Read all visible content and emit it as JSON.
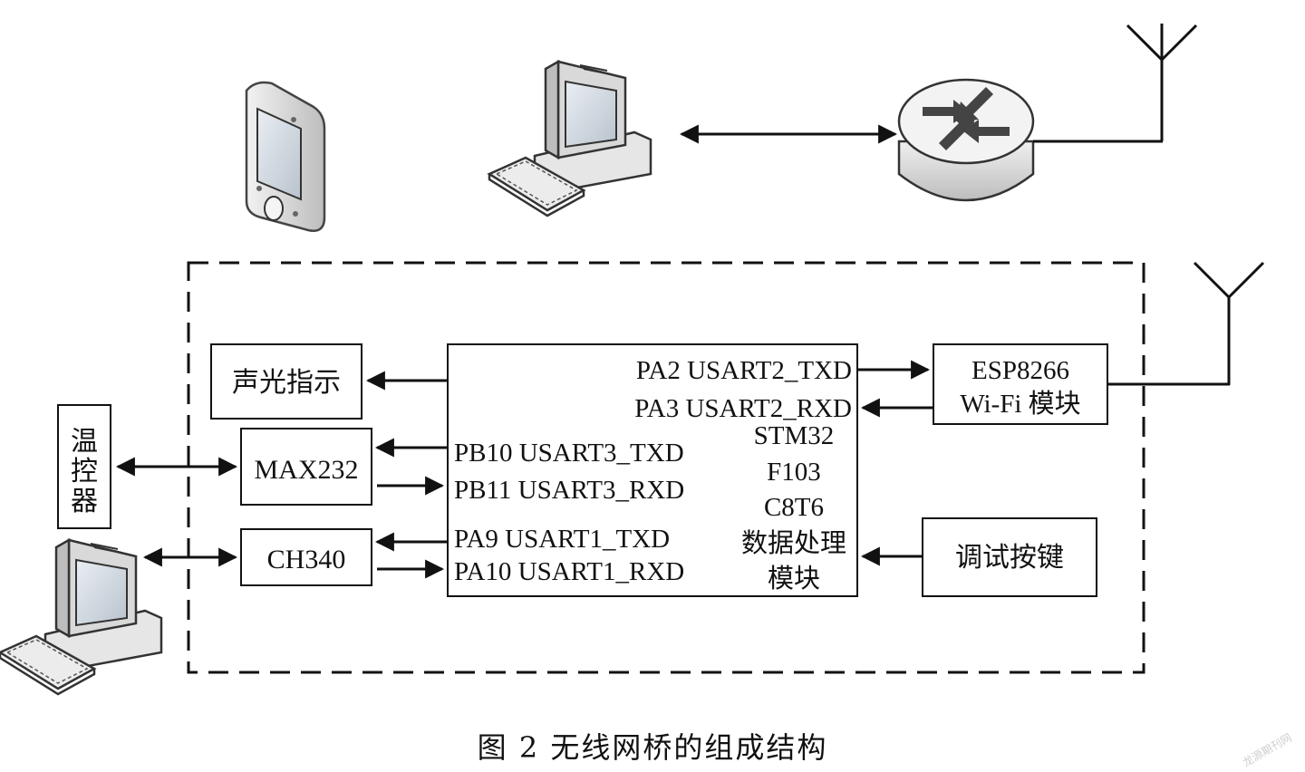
{
  "diagram": {
    "sound_light": "声光指示",
    "temp_ctrl": [
      "温",
      "控",
      "器"
    ],
    "max232": "MAX232",
    "ch340": "CH340",
    "mcu": {
      "pa2": "PA2 USART2_TXD",
      "pa3": "PA3 USART2_RXD",
      "pb10": "PB10 USART3_TXD",
      "pb11": "PB11 USART3_RXD",
      "pa9": "PA9 USART1_TXD",
      "pa10": "PA10 USART1_RXD",
      "chip": [
        "STM32",
        "F103",
        "C8T6",
        "数据处理",
        "模块"
      ]
    },
    "esp": [
      "ESP8266",
      "Wi-Fi 模块"
    ],
    "debug_key": "调试按键",
    "caption": "图 2    无线网桥的组成结构",
    "watermark": "龙源期刊网"
  },
  "icons": {
    "phone": "smartphone-icon",
    "pc_top": "desktop-computer-icon",
    "router": "router-icon",
    "antenna": "antenna-icon",
    "pc_bottom": "desktop-computer-icon"
  }
}
